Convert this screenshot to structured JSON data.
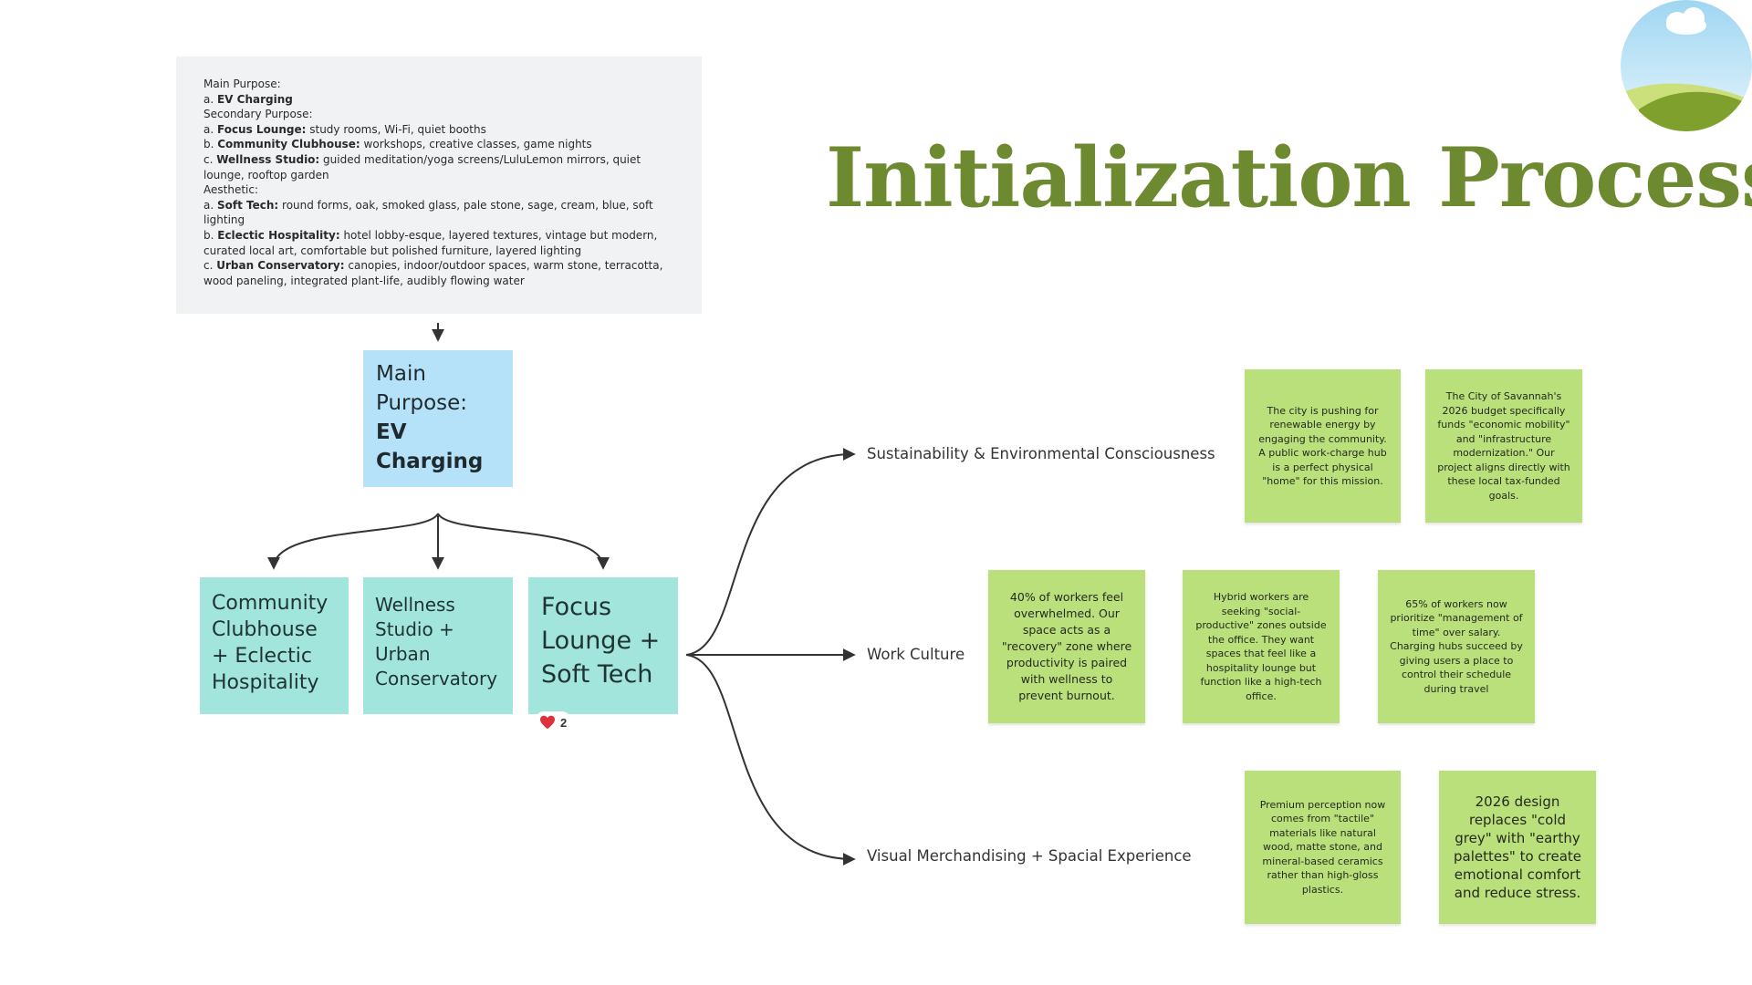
{
  "title": "Initialization Process",
  "info_panel": {
    "lines": [
      {
        "prefix": "Main Purpose:",
        "bold": "",
        "rest": ""
      },
      {
        "prefix": "a. ",
        "bold": "EV Charging",
        "rest": ""
      },
      {
        "prefix": "Secondary Purpose:",
        "bold": "",
        "rest": ""
      },
      {
        "prefix": "a. ",
        "bold": "Focus Lounge:",
        "rest": " study rooms, Wi-Fi, quiet booths"
      },
      {
        "prefix": "b. ",
        "bold": "Community Clubhouse:",
        "rest": " workshops, creative classes, game nights"
      },
      {
        "prefix": "c. ",
        "bold": "Wellness Studio:",
        "rest": " guided meditation/yoga screens/LuluLemon mirrors, quiet lounge, rooftop garden"
      },
      {
        "prefix": "Aesthetic:",
        "bold": "",
        "rest": ""
      },
      {
        "prefix": "a. ",
        "bold": "Soft Tech:",
        "rest": " round forms, oak, smoked glass, pale stone, sage, cream, blue, soft lighting"
      },
      {
        "prefix": "b. ",
        "bold": "Eclectic Hospitality:",
        "rest": " hotel lobby-esque, layered textures, vintage but modern, curated local art, comfortable but polished furniture, layered lighting"
      },
      {
        "prefix": "c. ",
        "bold": "Urban Conservatory:",
        "rest": " canopies, indoor/outdoor spaces, warm stone, terracotta, wood paneling, integrated plant-life, audibly flowing water"
      }
    ]
  },
  "main_box": {
    "line1": "Main Purpose:",
    "line2": "EV Charging"
  },
  "teal_boxes": [
    {
      "label": "Community Clubhouse + Eclectic Hospitality"
    },
    {
      "label": "Wellness Studio + Urban Conservatory"
    },
    {
      "label": "Focus Lounge + Soft Tech"
    }
  ],
  "reaction": {
    "count": "2"
  },
  "branches": [
    {
      "label": "Sustainability & Environmental Consciousness"
    },
    {
      "label": "Work Culture"
    },
    {
      "label": "Visual Merchandising + Spacial Experience"
    }
  ],
  "stickies": {
    "sustainability": [
      {
        "text": "The city is pushing for renewable energy by engaging the community. A public work-charge hub is a perfect physical \"home\" for this mission."
      },
      {
        "text": "The City of Savannah's 2026 budget specifically funds \"economic mobility\" and \"infrastructure modernization.\" Our project aligns directly with these local tax-funded goals."
      }
    ],
    "work_culture": [
      {
        "text": "40% of workers feel overwhelmed. Our space acts as a \"recovery\" zone where productivity is paired with wellness to prevent burnout."
      },
      {
        "text": "Hybrid workers are seeking \"social-productive\" zones outside the office. They want spaces that feel like a hospitality lounge but function like a high-tech office."
      },
      {
        "text": "65% of workers now prioritize \"management of time\" over salary. Charging hubs succeed by giving users a place to control their schedule during travel"
      }
    ],
    "visual": [
      {
        "text": "Premium perception now comes from \"tactile\" materials like natural wood, matte stone, and mineral-based ceramics rather than high-gloss plastics."
      },
      {
        "text": "2026 design replaces \"cold grey\" with \"earthy palettes\" to create emotional comfort and reduce stress."
      }
    ]
  },
  "colors": {
    "title": "#6e8a31",
    "main_box": "#b5e2f8",
    "teal_box": "#a1e5dc",
    "sticky": "#b9e07a",
    "panel": "#f1f2f4",
    "connector": "#333333"
  },
  "icons": {
    "reaction": "heart-icon",
    "avatar": "landscape-avatar-icon"
  }
}
